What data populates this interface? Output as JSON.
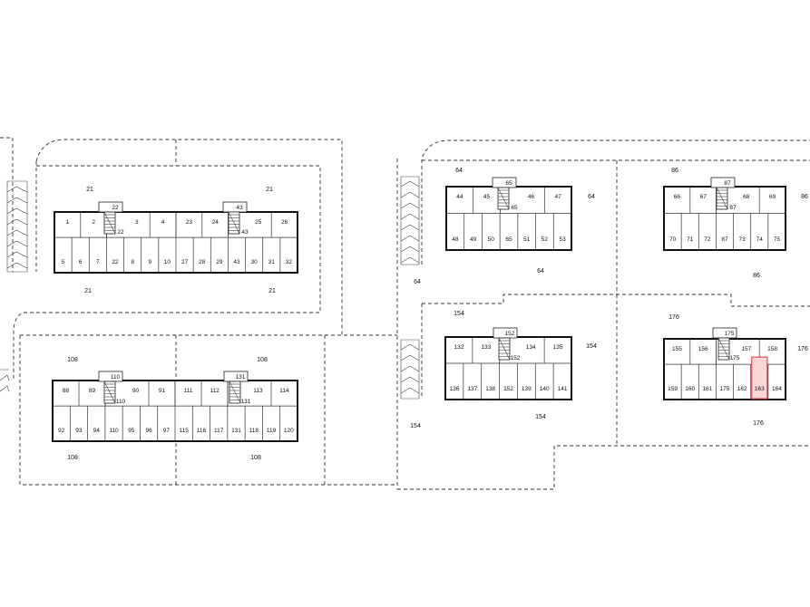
{
  "plan": {
    "highlight_color": "#e0505a",
    "highlighted_unit": "163",
    "buildings": [
      {
        "id": "A",
        "top_units": [
          "1",
          "2",
          "3",
          "4",
          "23",
          "24",
          "25",
          "26"
        ],
        "bottom_units": [
          "5",
          "6",
          "7",
          "22",
          "8",
          "9",
          "10",
          "27",
          "28",
          "29",
          "43",
          "30",
          "31",
          "32"
        ],
        "core_labels": [
          "22",
          "22",
          "43",
          "43"
        ],
        "parcel_labels": [
          "21",
          "21",
          "21",
          "21"
        ]
      },
      {
        "id": "B",
        "top_units": [
          "88",
          "89",
          "90",
          "91",
          "111",
          "112",
          "113",
          "114"
        ],
        "bottom_units": [
          "92",
          "93",
          "94",
          "110",
          "95",
          "96",
          "97",
          "115",
          "116",
          "117",
          "131",
          "118",
          "119",
          "120"
        ],
        "core_labels": [
          "110",
          "110",
          "131",
          "131"
        ],
        "parcel_labels": [
          "108",
          "108",
          "108",
          "108"
        ]
      },
      {
        "id": "C",
        "top_units": [
          "44",
          "45",
          "46",
          "47"
        ],
        "bottom_units": [
          "48",
          "49",
          "50",
          "65",
          "51",
          "52",
          "53"
        ],
        "core_labels": [
          "65",
          "65"
        ],
        "parcel_labels": [
          "64",
          "64",
          "64",
          "64"
        ]
      },
      {
        "id": "D",
        "top_units": [
          "66",
          "67",
          "68",
          "69"
        ],
        "bottom_units": [
          "70",
          "71",
          "72",
          "87",
          "73",
          "74",
          "75"
        ],
        "core_labels": [
          "87",
          "87"
        ],
        "parcel_labels": [
          "86",
          "86",
          "86"
        ]
      },
      {
        "id": "E",
        "top_units": [
          "132",
          "133",
          "134",
          "135"
        ],
        "bottom_units": [
          "136",
          "137",
          "138",
          "152",
          "139",
          "140",
          "141"
        ],
        "core_labels": [
          "152",
          "152"
        ],
        "parcel_labels": [
          "154",
          "154",
          "154",
          "154"
        ]
      },
      {
        "id": "F",
        "top_units": [
          "155",
          "156",
          "157",
          "158"
        ],
        "bottom_units": [
          "159",
          "160",
          "161",
          "175",
          "162",
          "163",
          "164"
        ],
        "core_labels": [
          "175",
          "175"
        ],
        "parcel_labels": [
          "176",
          "176",
          "176"
        ]
      }
    ]
  }
}
